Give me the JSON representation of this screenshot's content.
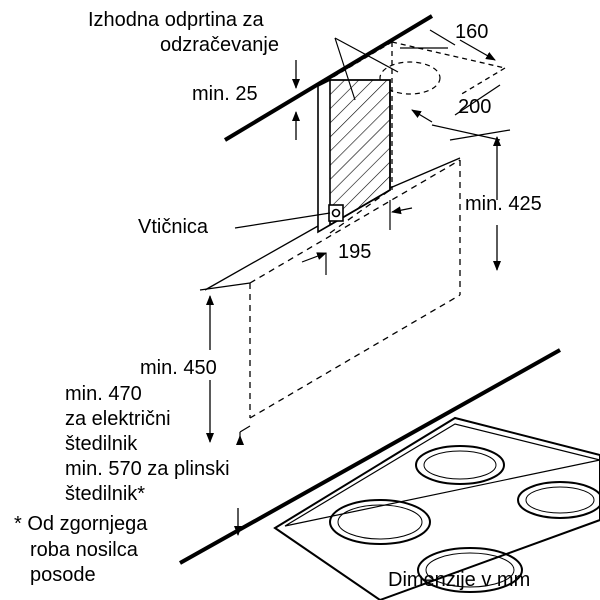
{
  "labels": {
    "outlet": [
      "Izhodna odprtina za",
      "odzračevanje"
    ],
    "min25": "min. 25",
    "socket": "Vtičnica",
    "min450": "min. 450",
    "min470": [
      "min. 470",
      "za električni",
      "štedilnik"
    ],
    "min570": [
      "min. 570 za plinski",
      "štedilnik*"
    ],
    "footnote": [
      "* Od zgornjega",
      "roba nosilca",
      "posode"
    ],
    "units": "Dimenzije v mm"
  },
  "dimensions": {
    "d160": "160",
    "d200": "200",
    "d195": "195",
    "d425": "min. 425"
  }
}
